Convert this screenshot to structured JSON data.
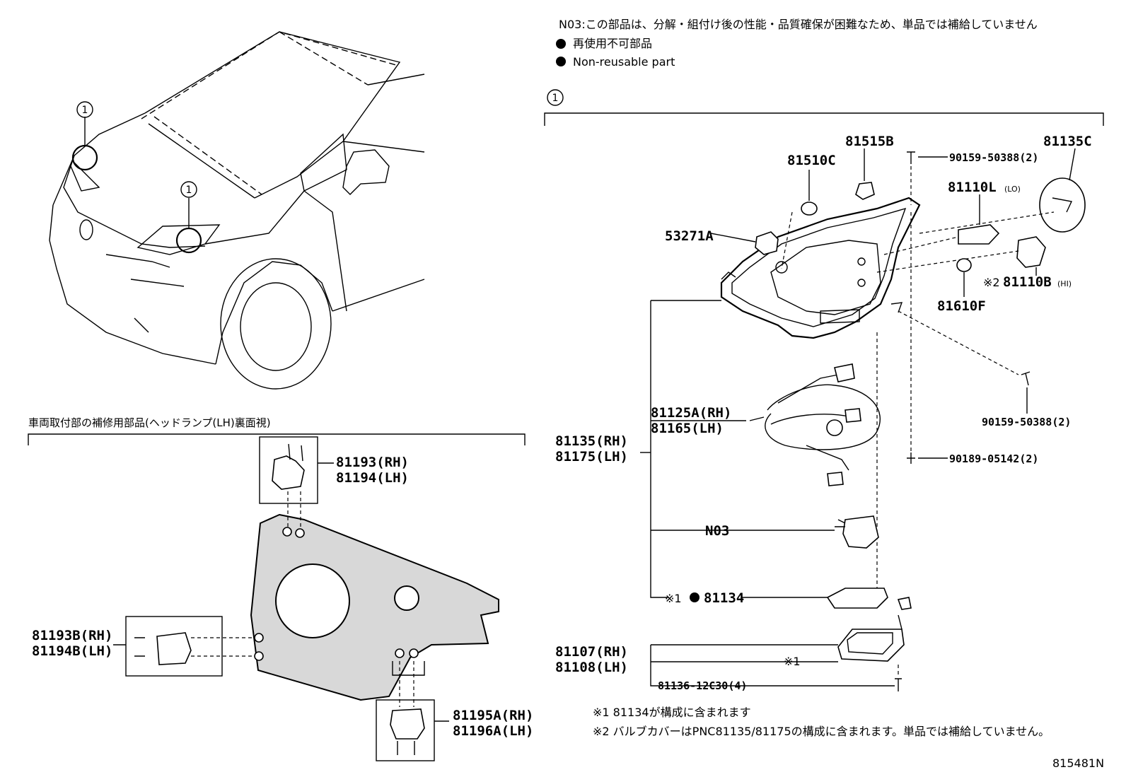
{
  "notes": {
    "n03": "N03:この部品は、分解・組付け後の性能・品質確保が困難なため、単品では補給していません",
    "non_reusable_jp": "再使用不可部品",
    "non_reusable_en": "Non-reusable part",
    "note1": "※1 81134が構成に含まれます",
    "note2": "※2 バルブカバーはPNC81135/81175の構成に含まれます。単品では補給していません。"
  },
  "callout": "1",
  "left_section_title": "車両取付部の補修用部品(ヘッドランプ(LH)裏面視)",
  "diagram_id": "815481N",
  "labels": {
    "p81515B": "81515B",
    "p81510C": "81510C",
    "p90159a": "90159-50388(2)",
    "p81135C": "81135C",
    "p81110L": "81110L",
    "lo": "(LO)",
    "p53271A": "53271A",
    "mark2": "※2",
    "p81110B": "81110B",
    "hi": "(HI)",
    "p81610F": "81610F",
    "p90159b": "90159-50388(2)",
    "p81125A": "81125A(RH)",
    "p81165": "81165(LH)",
    "p81135RH": "81135(RH)",
    "p81175LH": "81175(LH)",
    "p90189": "90189-05142(2)",
    "n03": "N03",
    "mark1": "※1",
    "p81134": "81134",
    "p81107": "81107(RH)",
    "p81108": "81108(LH)",
    "mark1b": "※1",
    "p81136": "81136-12C30(4)",
    "p81193": "81193(RH)",
    "p81194": "81194(LH)",
    "p81193B": "81193B(RH)",
    "p81194B": "81194B(LH)",
    "p81195A": "81195A(RH)",
    "p81196A": "81196A(LH)"
  }
}
